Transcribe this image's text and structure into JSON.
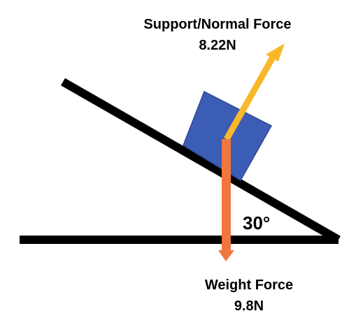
{
  "diagram": {
    "normal_force": {
      "title": "Support/Normal Force",
      "value": "8.22N"
    },
    "weight_force": {
      "title": "Weight Force",
      "value": "9.8N"
    },
    "angle_label": "30°"
  },
  "colors": {
    "block": "#3C5DB5",
    "block_stroke": "#2E478F",
    "normal_arrow": "#F9B82A",
    "weight_arrow": "#F0763E",
    "lines": "#000000"
  }
}
